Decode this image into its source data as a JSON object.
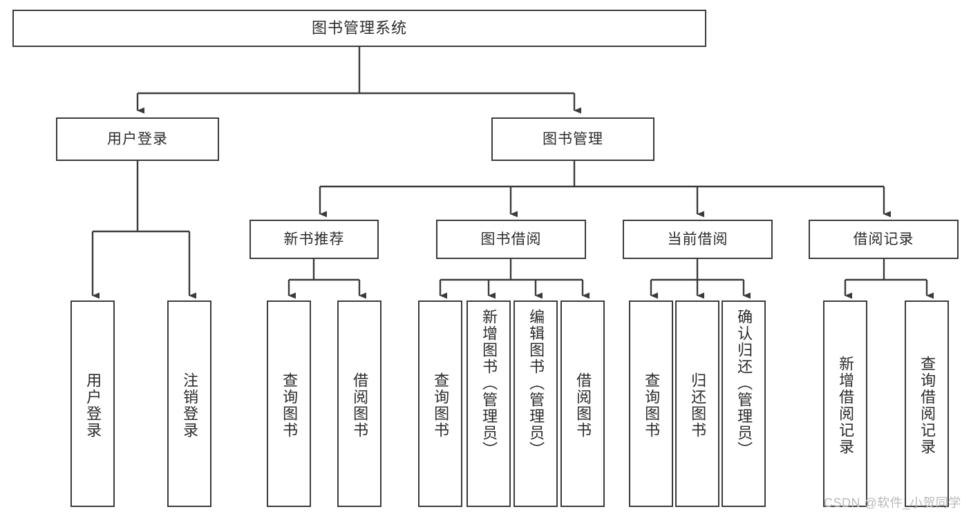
{
  "diagram": {
    "title": "图书管理系统",
    "type": "functional-decomposition-tree",
    "stroke_color": "#3a3a3a",
    "text_color": "#2b2b2b",
    "background_color": "#ffffff",
    "nodes": {
      "root": {
        "label": "图书管理系统",
        "level": 1,
        "orientation": "horizontal"
      },
      "l2_a": {
        "label": "用户登录",
        "level": 2,
        "orientation": "horizontal"
      },
      "l2_b": {
        "label": "图书管理",
        "level": 2,
        "orientation": "horizontal"
      },
      "l3_a": {
        "label": "新书推荐",
        "level": 3,
        "orientation": "horizontal"
      },
      "l3_b": {
        "label": "图书借阅",
        "level": 3,
        "orientation": "horizontal"
      },
      "l3_c": {
        "label": "当前借阅",
        "level": 3,
        "orientation": "horizontal"
      },
      "l3_d": {
        "label": "借阅记录",
        "level": 3,
        "orientation": "horizontal"
      },
      "leaf_1": {
        "label": "用户登录",
        "level": 4,
        "orientation": "vertical",
        "parent": "用户登录"
      },
      "leaf_2": {
        "label": "注销登录",
        "level": 4,
        "orientation": "vertical",
        "parent": "用户登录"
      },
      "leaf_3": {
        "label": "查询图书",
        "level": 4,
        "orientation": "vertical",
        "parent": "新书推荐"
      },
      "leaf_4": {
        "label": "借阅图书",
        "level": 4,
        "orientation": "vertical",
        "parent": "新书推荐"
      },
      "leaf_5": {
        "label": "查询图书",
        "level": 4,
        "orientation": "vertical",
        "parent": "图书借阅"
      },
      "leaf_6": {
        "label": "新增图书（管理员）",
        "level": 4,
        "orientation": "vertical",
        "parent": "图书借阅"
      },
      "leaf_7": {
        "label": "编辑图书（管理员）",
        "level": 4,
        "orientation": "vertical",
        "parent": "图书借阅"
      },
      "leaf_8": {
        "label": "借阅图书",
        "level": 4,
        "orientation": "vertical",
        "parent": "图书借阅"
      },
      "leaf_9": {
        "label": "查询图书",
        "level": 4,
        "orientation": "vertical",
        "parent": "当前借阅"
      },
      "leaf_10": {
        "label": "归还图书",
        "level": 4,
        "orientation": "vertical",
        "parent": "当前借阅"
      },
      "leaf_11": {
        "label": "确认归还（管理员）",
        "level": 4,
        "orientation": "vertical",
        "parent": "当前借阅"
      },
      "leaf_12": {
        "label": "新增借阅记录",
        "level": 4,
        "orientation": "vertical",
        "parent": "借阅记录"
      },
      "leaf_13": {
        "label": "查询借阅记录",
        "level": 4,
        "orientation": "vertical",
        "parent": "借阅记录"
      }
    }
  },
  "watermark": {
    "text": "CSDN @软件_小贺同学"
  }
}
